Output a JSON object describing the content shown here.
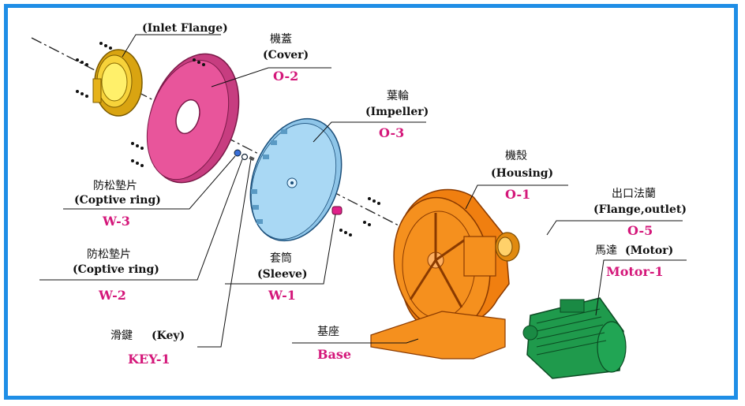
{
  "colors": {
    "frame": "#1f8ee6",
    "code_text": "#d4177a",
    "inlet_flange": "#f2c21d",
    "cover": "#e8559b",
    "impeller": "#9fd3f0",
    "housing": "#f5901e",
    "motor": "#1f9a4c",
    "sleeve": "#e0208a"
  },
  "parts": {
    "inlet_flange": {
      "en": "(Inlet Flange)"
    },
    "cover": {
      "zh": "機蓋",
      "en": "(Cover)",
      "code": "O-2"
    },
    "impeller": {
      "zh": "葉輪",
      "en": "(Impeller)",
      "code": "O-3"
    },
    "housing": {
      "zh": "機殼",
      "en": "(Housing)",
      "code": "O-1"
    },
    "flange_outlet": {
      "zh": "出口法蘭",
      "en": "(Flange,outlet)",
      "code": "O-5"
    },
    "motor": {
      "zh": "馬達",
      "en": "(Motor)",
      "code": "Motor-1"
    },
    "captive_ring_w3": {
      "zh": "防松墊片",
      "en": "(Coptive ring)",
      "code": "W-3"
    },
    "captive_ring_w2": {
      "zh": "防松墊片",
      "en": "(Coptive ring)",
      "code": "W-2"
    },
    "sleeve": {
      "zh": "套筒",
      "en": "(Sleeve)",
      "code": "W-1"
    },
    "key": {
      "zh": "滑鍵",
      "en": "(Key)",
      "code": "KEY-1"
    },
    "base": {
      "zh": "基座",
      "en": "Base"
    }
  }
}
